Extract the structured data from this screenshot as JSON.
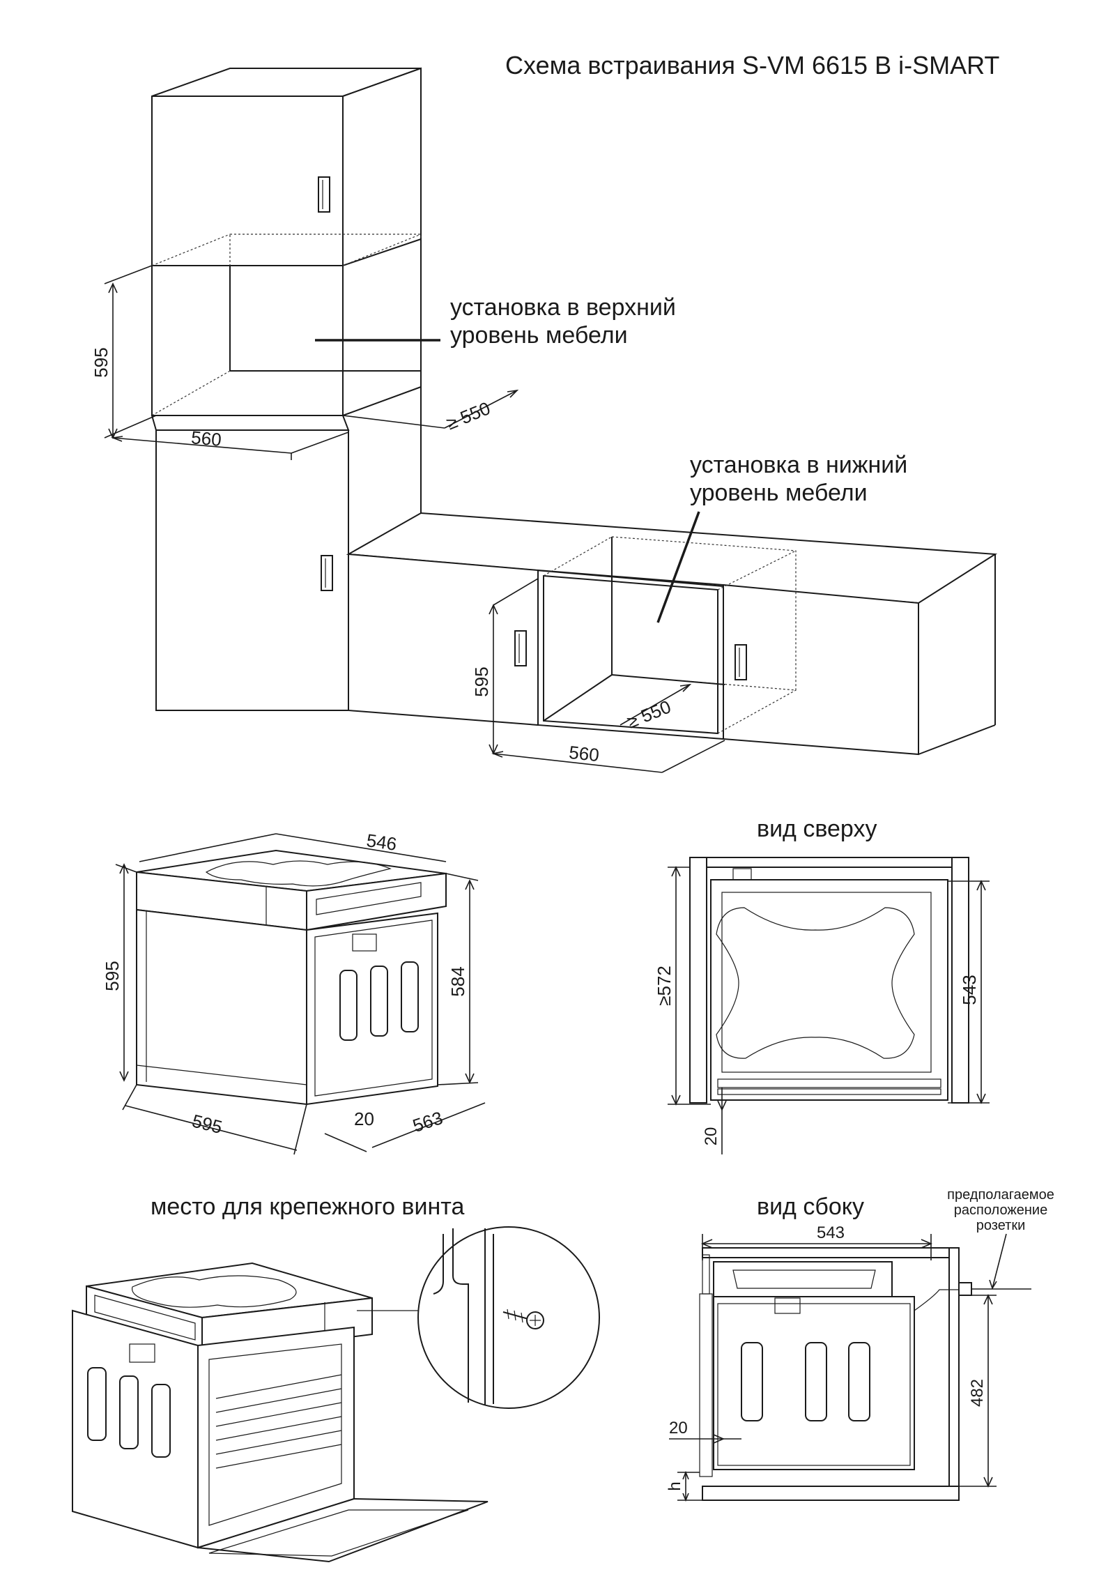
{
  "title": "Схема встраивания S-VM 6615 B i-SMART",
  "upper_install": {
    "label_line1": "установка в верхний",
    "label_line2": "уровень мебели",
    "dim_height": "595",
    "dim_width": "560",
    "dim_depth": "≥ 550"
  },
  "lower_install": {
    "label_line1": "установка в нижний",
    "label_line2": "уровень мебели",
    "dim_height": "595",
    "dim_width": "560",
    "dim_depth": "≥ 550"
  },
  "oven_iso": {
    "dim_top": "546",
    "dim_height_left": "595",
    "dim_height_right": "584",
    "dim_width": "595",
    "dim_panel": "20",
    "dim_depth": "563"
  },
  "top_view": {
    "title": "вид сверху",
    "dim_niche": "≥572",
    "dim_depth": "543",
    "dim_gap": "20"
  },
  "screw_view": {
    "title": "место для крепежного винта"
  },
  "side_view": {
    "title": "вид сбоку",
    "socket_line1": "предполагаемое",
    "socket_line2": "расположение",
    "socket_line3": "розетки",
    "dim_depth": "543",
    "dim_front": "20",
    "dim_socket_height": "482",
    "dim_h": "h"
  }
}
